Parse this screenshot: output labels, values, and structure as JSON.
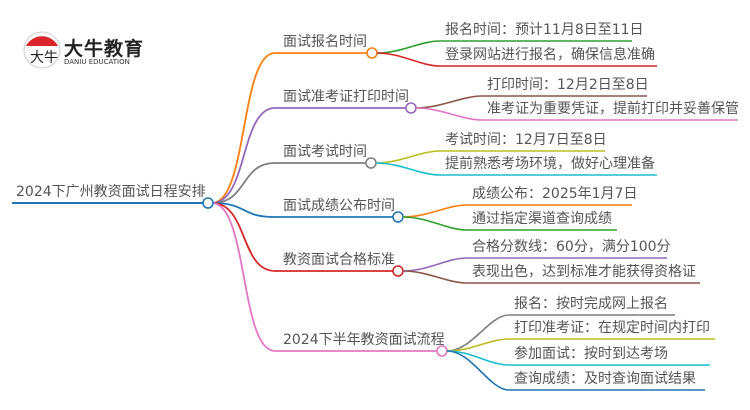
{
  "logo": {
    "title": "大牛教育",
    "subtitle": "DANIU EDUCATION",
    "mark": "大牛"
  },
  "root": {
    "label": "2024下广州教资面试日程安排",
    "color": "#1f77b4"
  },
  "branches": [
    {
      "label": "面试报名时间",
      "color": "#ff7f0e",
      "children": [
        {
          "label": "报名时间：预计11月8日至11日",
          "color": "#2ca02c"
        },
        {
          "label": "登录网站进行报名，确保信息准确",
          "color": "#d62728"
        }
      ]
    },
    {
      "label": "面试准考证打印时间",
      "color": "#9467bd",
      "children": [
        {
          "label": "打印时间：12月2日至8日",
          "color": "#8c564b"
        },
        {
          "label": "准考证为重要凭证，提前打印并妥善保管",
          "color": "#e377c2"
        }
      ]
    },
    {
      "label": "面试考试时间",
      "color": "#7f7f7f",
      "children": [
        {
          "label": "考试时间：12月7日至8日",
          "color": "#bcbd22"
        },
        {
          "label": "提前熟悉考场环境，做好心理准备",
          "color": "#17becf"
        }
      ]
    },
    {
      "label": "面试成绩公布时间",
      "color": "#1f77b4",
      "children": [
        {
          "label": "成绩公布：2025年1月7日",
          "color": "#ff7f0e"
        },
        {
          "label": "通过指定渠道查询成绩",
          "color": "#2ca02c"
        }
      ]
    },
    {
      "label": "教资面试合格标准",
      "color": "#d62728",
      "children": [
        {
          "label": "合格分数线：60分，满分100分",
          "color": "#9467bd"
        },
        {
          "label": "表现出色，达到标准才能获得资格证",
          "color": "#8c564b"
        }
      ]
    },
    {
      "label": "2024下半年教资面试流程",
      "color": "#e377c2",
      "children": [
        {
          "label": "报名：按时完成网上报名",
          "color": "#7f7f7f"
        },
        {
          "label": "打印准考证：在规定时间内打印",
          "color": "#bcbd22"
        },
        {
          "label": "参加面试：按时到达考场",
          "color": "#17becf"
        },
        {
          "label": "查询成绩：及时查询面试结果",
          "color": "#1f77b4"
        }
      ]
    }
  ]
}
